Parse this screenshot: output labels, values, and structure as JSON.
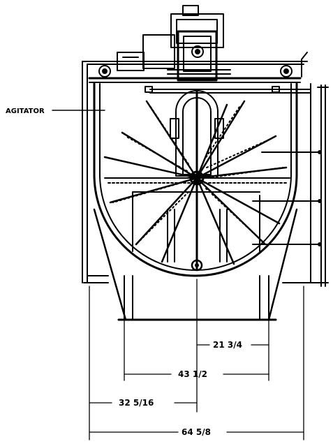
{
  "labels": {
    "agitator": "AGITATOR"
  },
  "dimensions": {
    "d1": "21 3/4",
    "d2": "43 1/2",
    "d3": "32 5/16",
    "d4": "64 5/8"
  }
}
